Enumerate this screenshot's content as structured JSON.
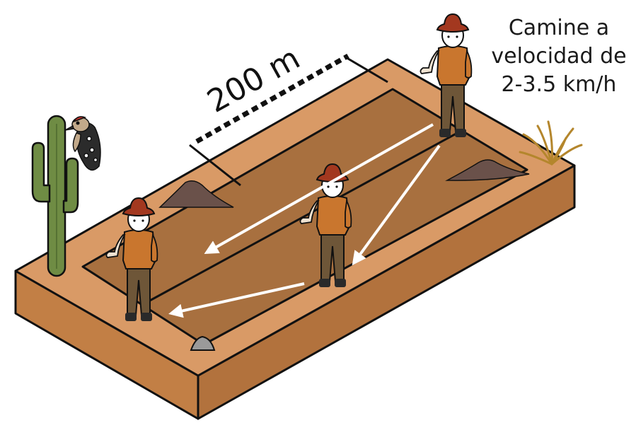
{
  "distance_label": "200 m",
  "caption": {
    "line1": "Camine a",
    "line2": "velocidad de",
    "line3": "2-3.5 km/h"
  },
  "colors": {
    "plot_top": "#d99a66",
    "plot_inner": "#a8703f",
    "plot_front": "#c27f45",
    "plot_side": "#b2723d",
    "outline": "#111111",
    "arrow": "#ffffff",
    "shirt": "#c9762e",
    "pants": "#6e5638",
    "hat": "#a3381f",
    "cactus": "#6f8c44",
    "mound": "#6a514a"
  },
  "icons": [
    "cactus-icon",
    "woodpecker-icon",
    "grass-tuft-icon",
    "dirt-mound-icon",
    "rock-icon",
    "walker-icon"
  ]
}
